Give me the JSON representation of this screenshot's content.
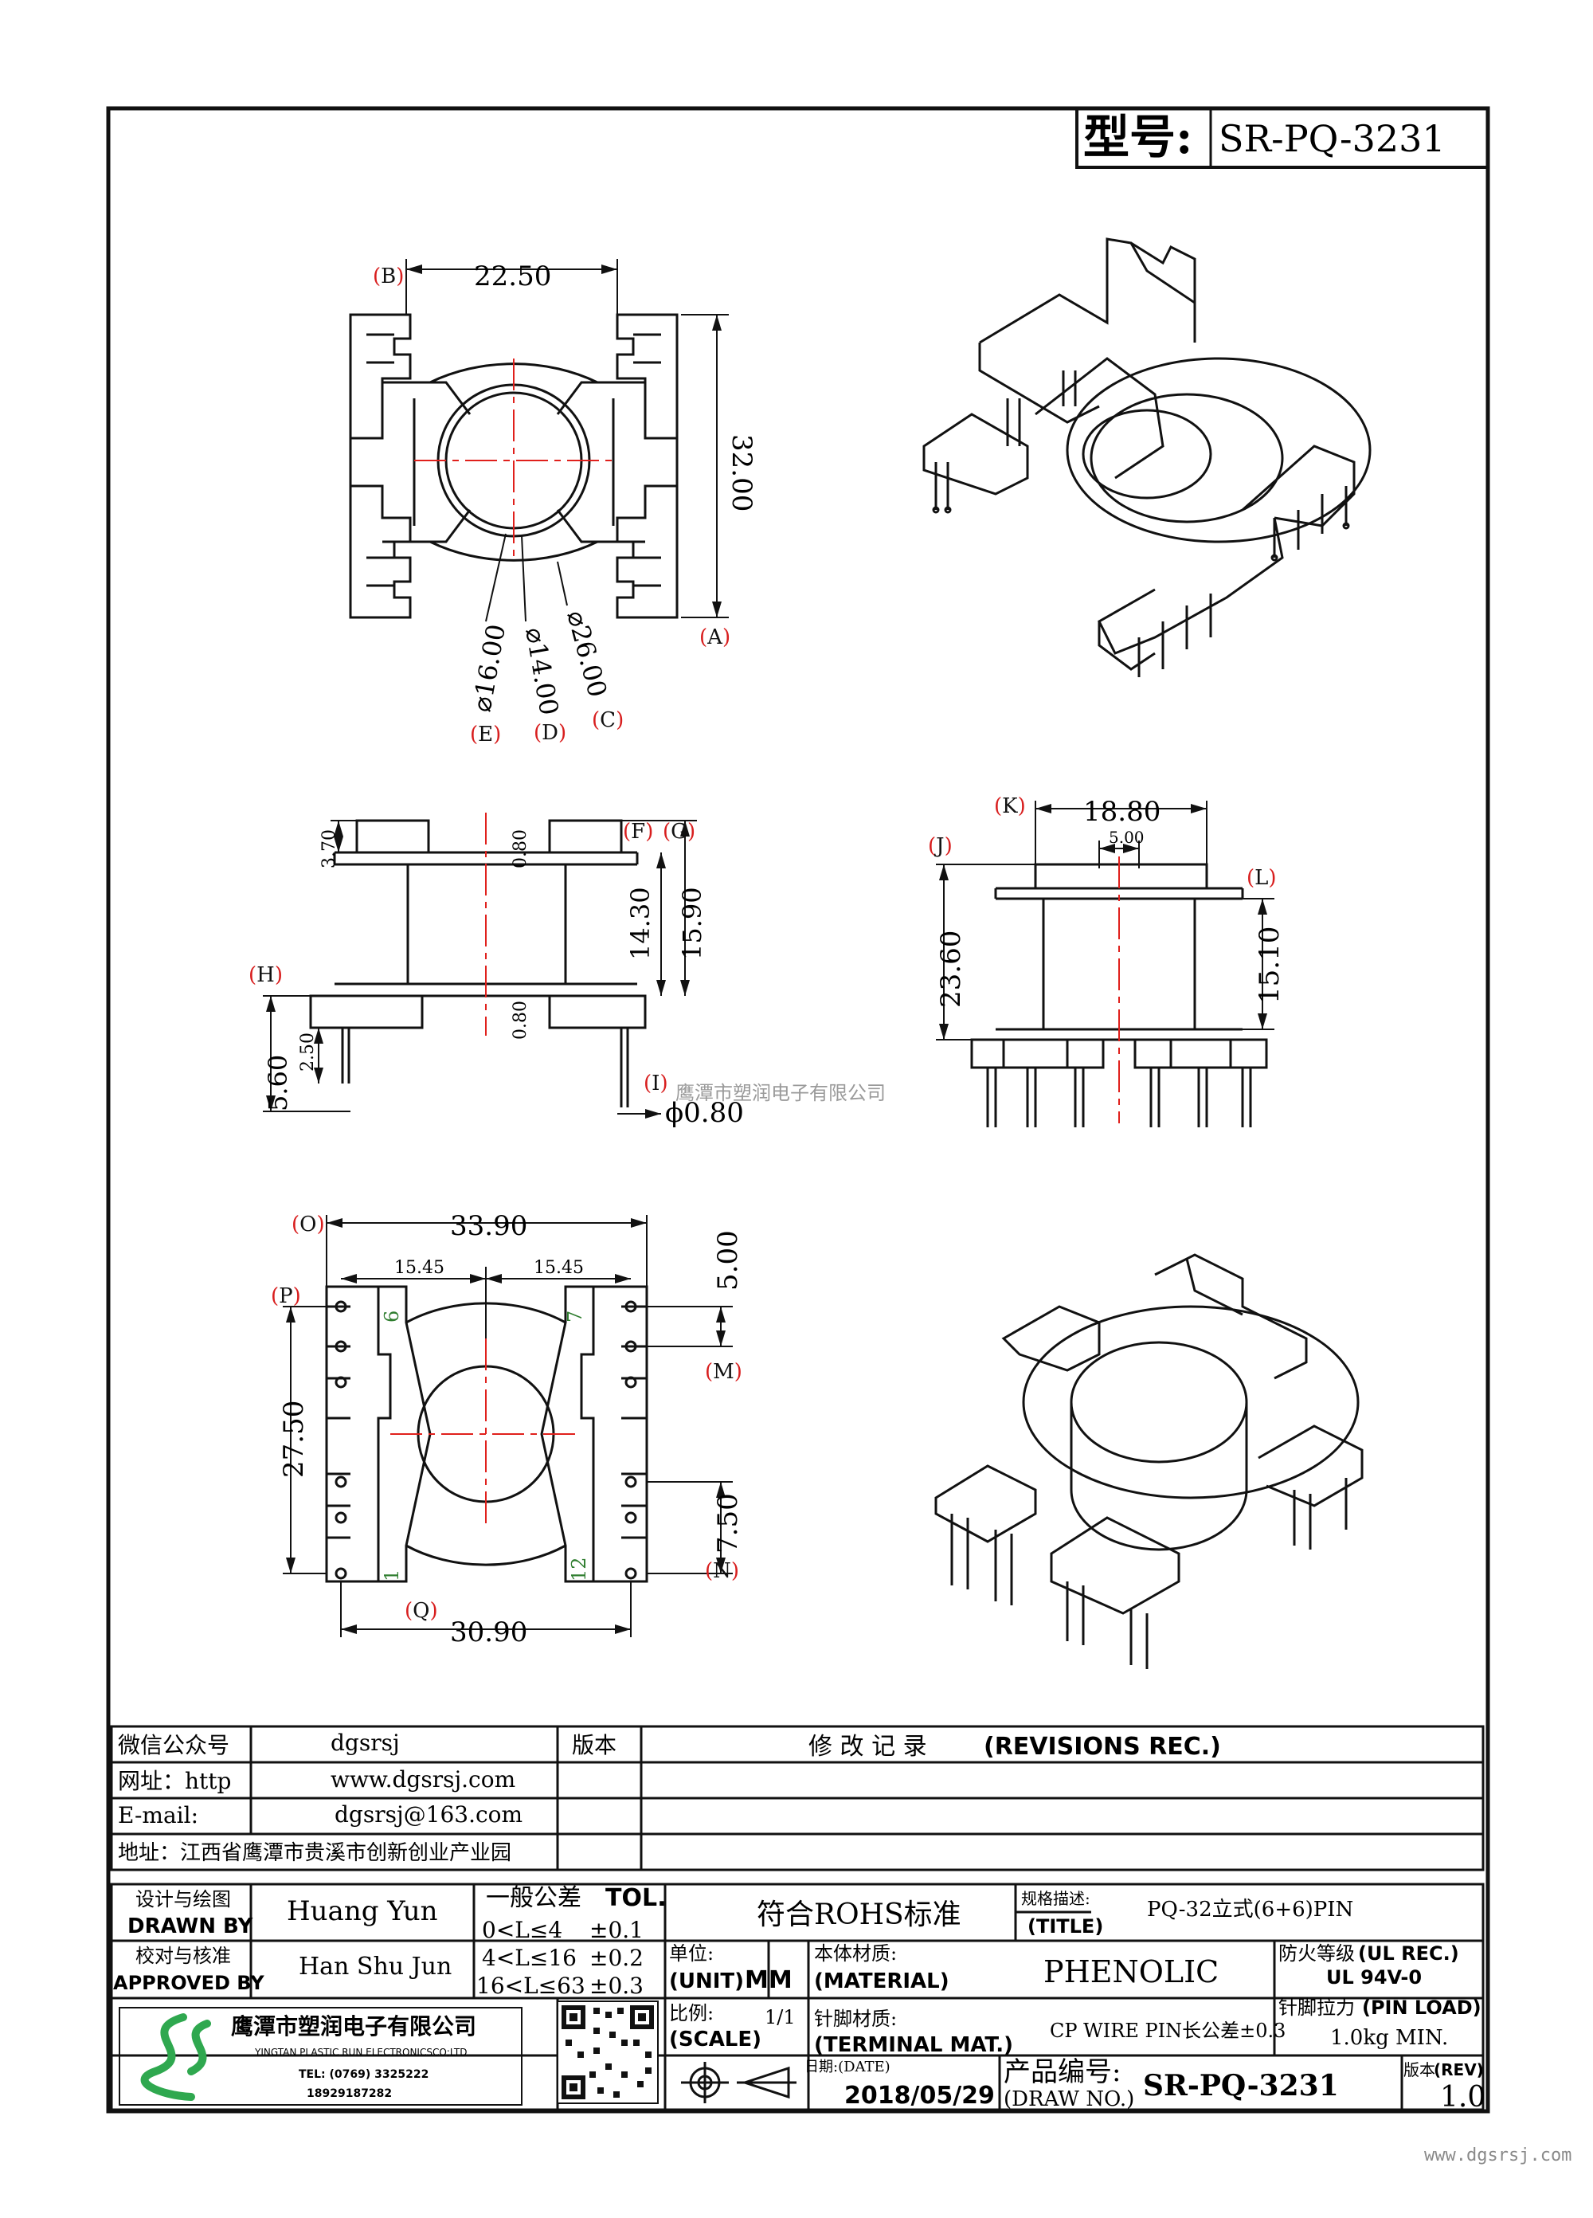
{
  "header": {
    "model_label": "型号:",
    "model_value": "SR-PQ-3231"
  },
  "dims_top": {
    "width": "22.50",
    "height": "32.00",
    "d16": "⌀16.00",
    "d14": "⌀14.00",
    "d26": "⌀26.00",
    "tags": {
      "A": "A",
      "B": "B",
      "C": "C",
      "D": "D",
      "E": "E"
    }
  },
  "dims_side": {
    "h370": "3.70",
    "h080a": "0.80",
    "h080b": "0.80",
    "h1430": "14.30",
    "h1590": "15.90",
    "h560": "5.60",
    "h250": "2.50",
    "phi": "ϕ0.80",
    "tags": {
      "F": "F",
      "G": "G",
      "H": "H",
      "I": "I"
    }
  },
  "dims_front": {
    "w1880": "18.80",
    "w500": "5.00",
    "h2360": "23.60",
    "h1510": "15.10",
    "tags": {
      "J": "J",
      "K": "K",
      "L": "L"
    }
  },
  "dims_bottom": {
    "w3390": "33.90",
    "w1545a": "15.45",
    "w1545b": "15.45",
    "h500": "5.00",
    "h2750": "27.50",
    "h750": "7.50",
    "w3090": "30.90",
    "pins": {
      "p6": "6",
      "p7": "7",
      "p1": "1",
      "p12": "12"
    },
    "tags": {
      "O": "O",
      "P": "P",
      "M": "M",
      "N": "N",
      "Q": "Q"
    }
  },
  "watermark": "鹰潭市塑润电子有限公司",
  "revisions": {
    "wechat_label": "微信公众号",
    "wechat_value": "dgsrsj",
    "web_label": "网址：http",
    "web_value": "www.dgsrsj.com",
    "email_label": "E-mail:",
    "email_value": "dgsrsj@163.com",
    "address": "地址：江西省鹰潭市贵溪市创新创业产业园",
    "version_label": "版本",
    "title_cn": "修 改 记 录",
    "title_en": "(REVISIONS REC.)"
  },
  "titleblock": {
    "drawn_cn": "设计与绘图",
    "drawn_en": "DRAWN BY",
    "drawn_value": "Huang Yun",
    "approved_cn": "校对与核准",
    "approved_en": "APPROVED BY",
    "approved_value": "Han Shu Jun",
    "tol_cn": "一般公差",
    "tol_en": "TOL.",
    "tol_rows": [
      {
        "range": "0<L≤4",
        "value": "±0.1"
      },
      {
        "range": "4<L≤16",
        "value": "±0.2"
      },
      {
        "range": "16<L≤63",
        "value": "±0.3"
      }
    ],
    "rohs": "符合ROHS标准",
    "spec_cn": "规格描述:",
    "spec_en": "(TITLE)",
    "spec_value": "PQ-32立式(6+6)PIN",
    "unit_cn": "单位:",
    "unit_en": "(UNIT)",
    "unit_value": "MM",
    "material_cn": "本体材质:",
    "material_en": "(MATERIAL)",
    "material_value": "PHENOLIC",
    "ul_cn": "防火等级",
    "ul_en": "(UL REC.)",
    "ul_value": "UL 94V-0",
    "scale_cn": "比例:",
    "scale_en": "(SCALE)",
    "scale_value": "1/1",
    "terminal_cn": "针脚材质:",
    "terminal_en": "(TERMINAL MAT.)",
    "terminal_value": "CP WIRE  PIN长公差±0.3",
    "pinload_cn": "针脚拉力",
    "pinload_en": "(PIN LOAD)",
    "pinload_value": "1.0kg MIN.",
    "date_label": "日期:(DATE)",
    "date_value": "2018/05/29",
    "drawno_cn": "产品编号:",
    "drawno_en": "(DRAW NO.)",
    "drawno_value": "SR-PQ-3231",
    "rev_cn": "版本",
    "rev_en": "(REV)",
    "rev_value": "1.0",
    "company_cn": "鹰潭市塑润电子有限公司",
    "company_en": "YINGTAN PLASTIC RUN ELECTRONICSCO;LTD",
    "tel": "TEL: (0769) 3325222",
    "mobile": "18929187282"
  },
  "footer_url": "www.dgsrsj.com",
  "colors": {
    "line": "#111111",
    "centerline": "#e0201c",
    "tag": "#d81e1e",
    "pin_label": "#2e7d2e",
    "logo_green": "#2fa84f"
  }
}
